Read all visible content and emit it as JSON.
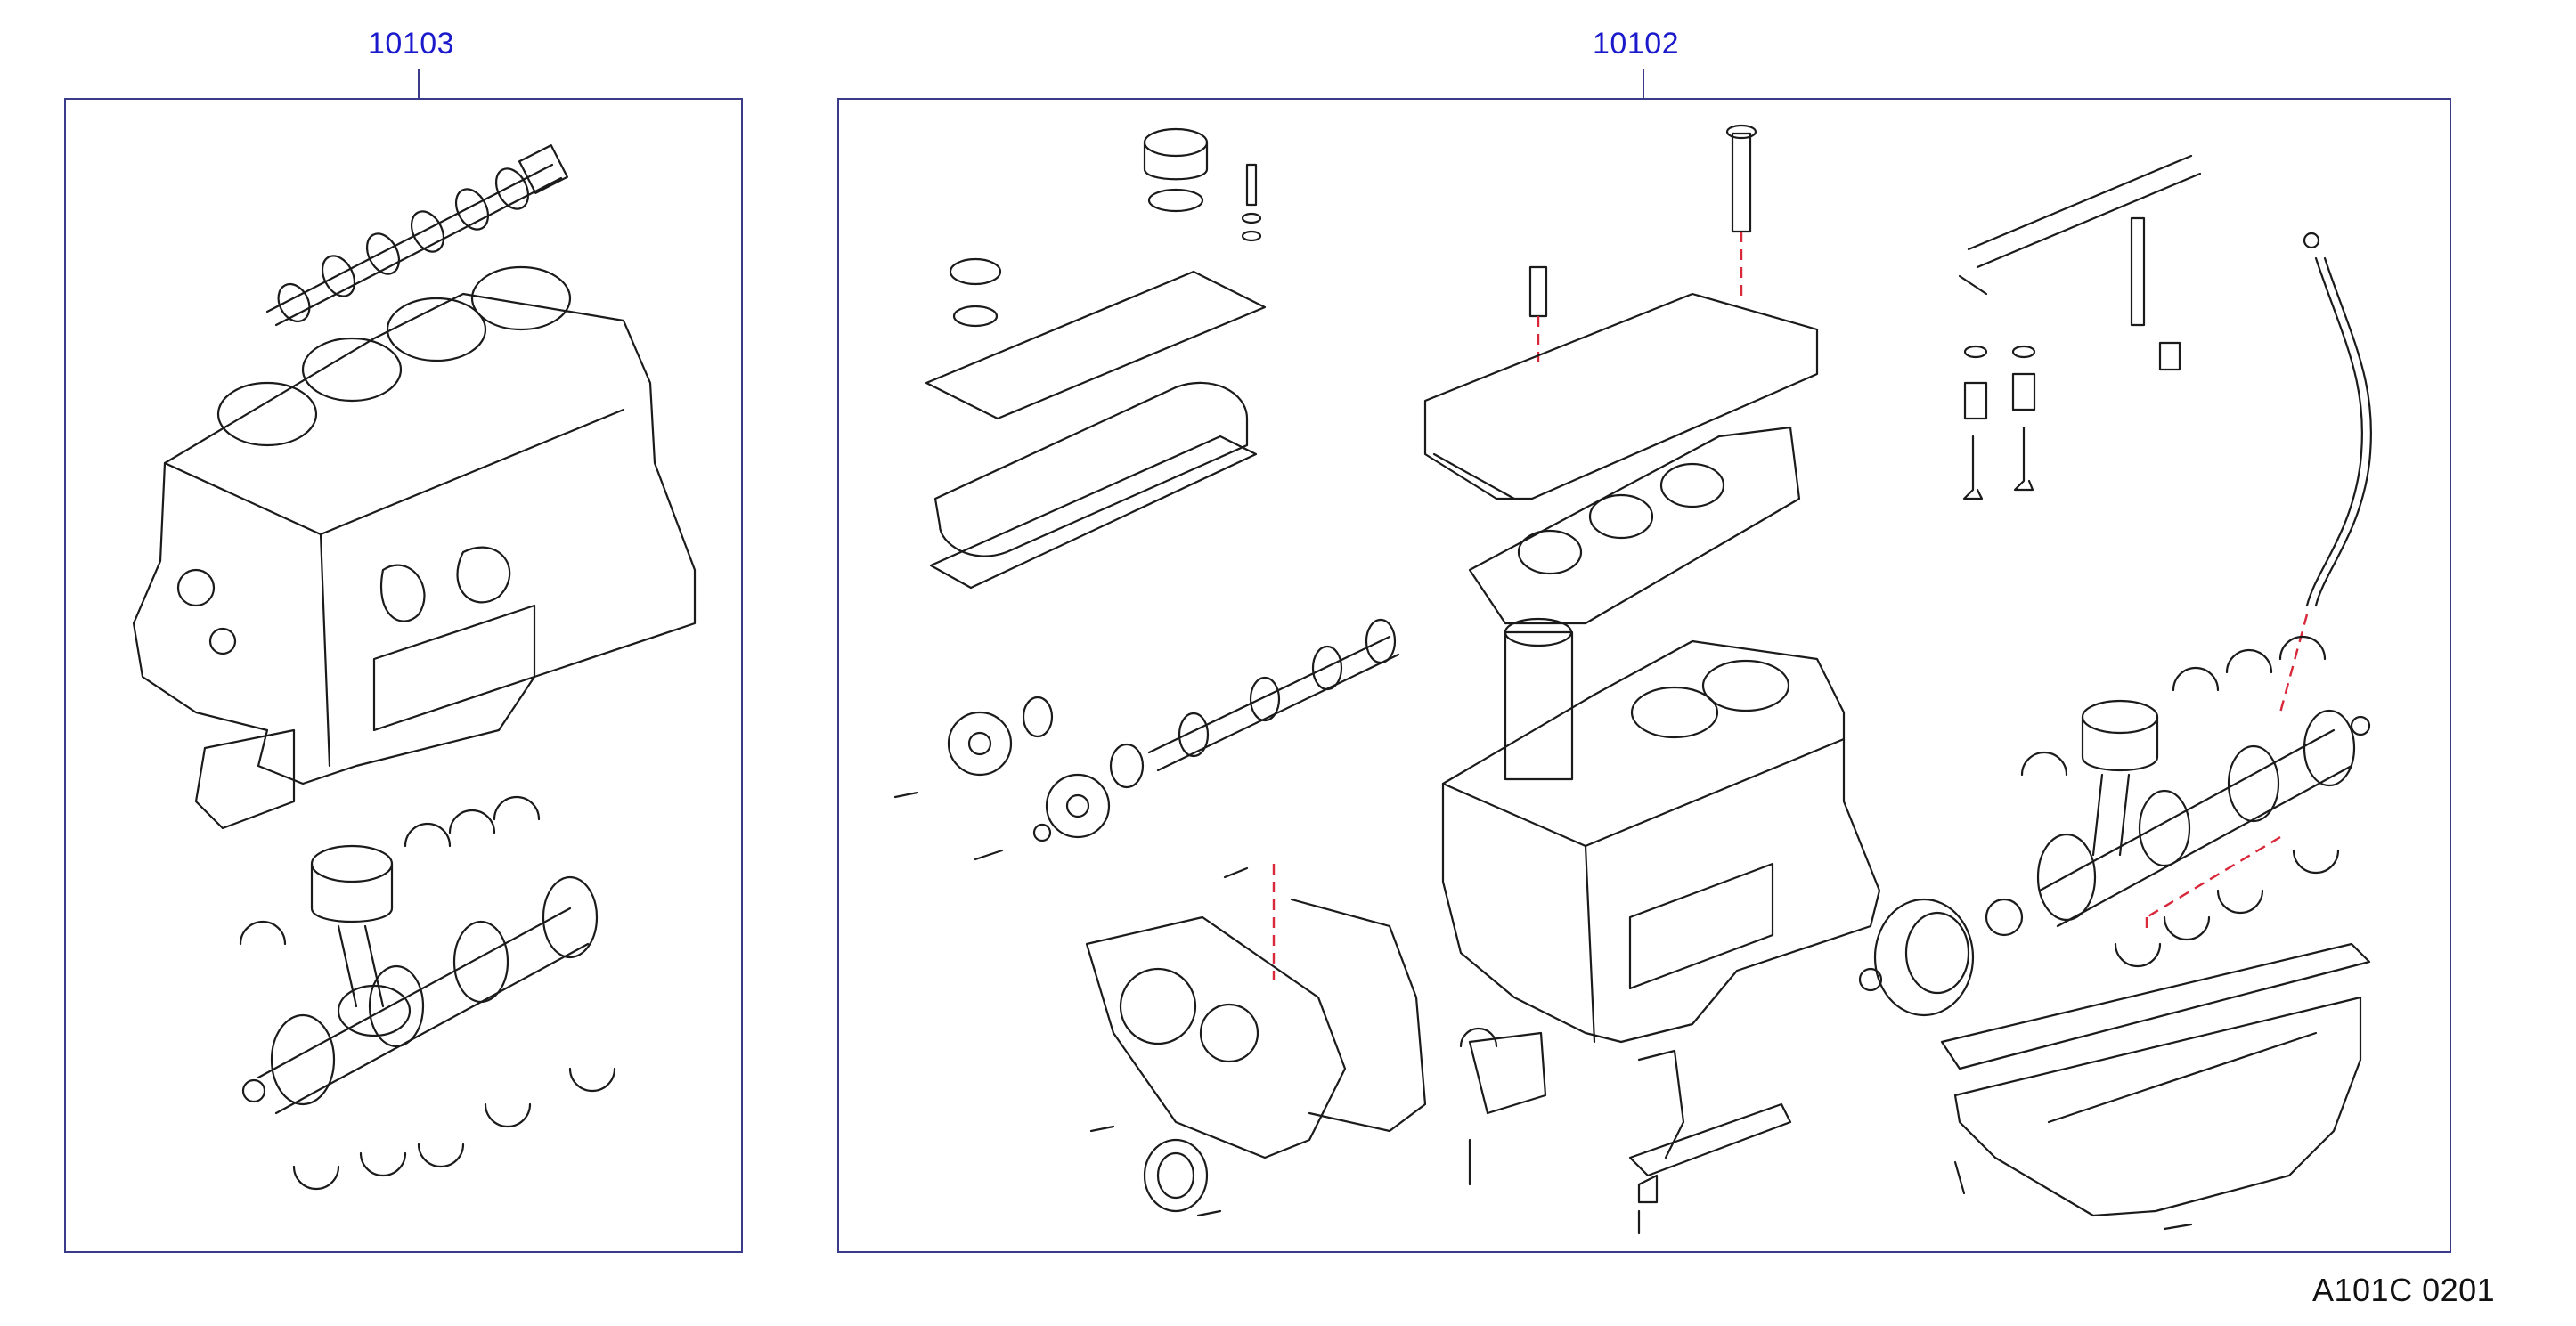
{
  "callouts": {
    "left_group": "10103",
    "right_group": "10102"
  },
  "footer": {
    "code": "A101C  0201"
  }
}
